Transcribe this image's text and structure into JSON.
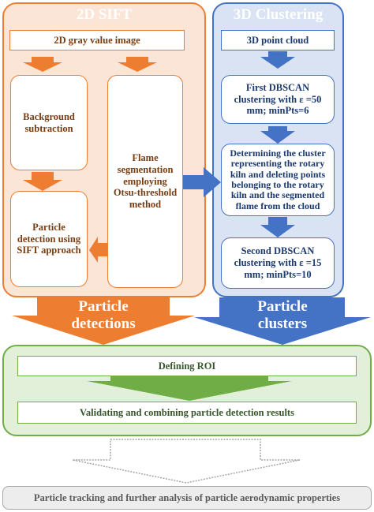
{
  "sift": {
    "title": "2D SIFT",
    "gray_image": "2D gray value image",
    "background": "Background subtraction",
    "flame": "Flame segmentation employing Otsu-threshold method",
    "particle_detection": "Particle detection using SIFT approach",
    "output_label": "Particle detections"
  },
  "clustering": {
    "title": "3D Clustering",
    "point_cloud": "3D point cloud",
    "first_dbscan": "First DBSCAN clustering with ε =50 mm; minPts=6",
    "determining": "Determining the cluster representing the rotary kiln and deleting points belonging to the rotary kiln and the segmented flame from the cloud",
    "second_dbscan": "Second DBSCAN clustering with ε =15 mm; minPts=10",
    "output_label": "Particle clusters"
  },
  "combine": {
    "roi": "Defining ROI",
    "validate": "Validating and combining particle detection results"
  },
  "final": {
    "tracking": "Particle tracking and further analysis of particle aerodynamic properties"
  },
  "colors": {
    "orange": "#ed7d31",
    "orange_fill": "#fbe5d6",
    "blue": "#4472c4",
    "blue_fill": "#dae3f3",
    "green": "#70ad47",
    "green_fill": "#e2f0d9",
    "gray": "#a6a6a6"
  }
}
